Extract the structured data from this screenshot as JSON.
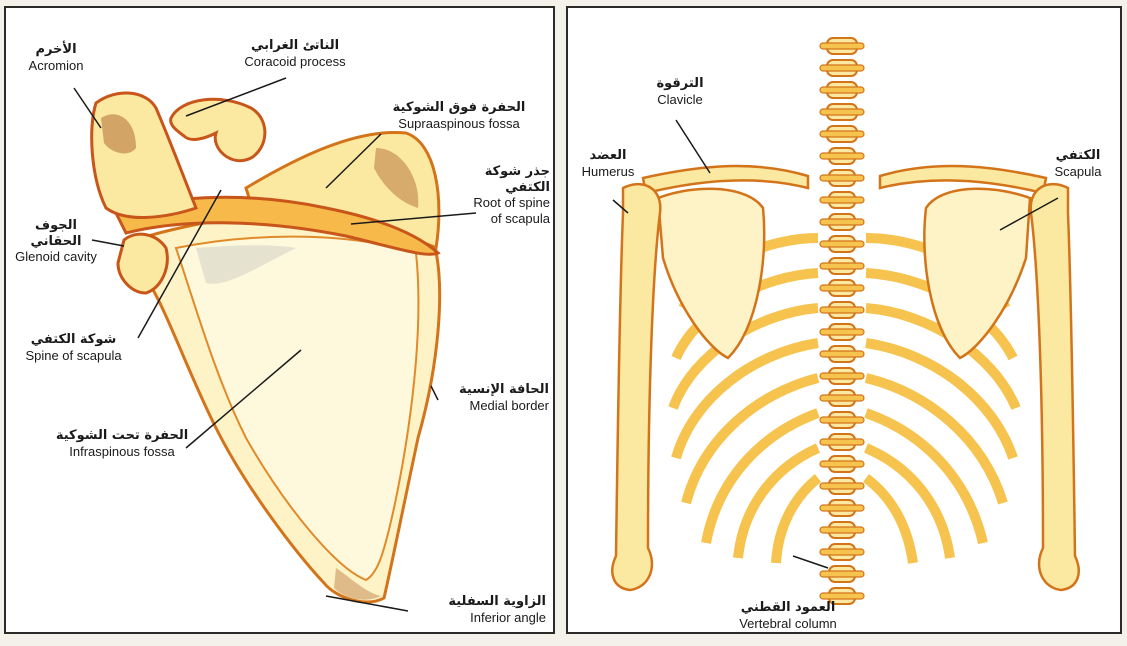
{
  "colors": {
    "bone_fill": "#fbe9a2",
    "bone_light": "#fdf3c6",
    "bone_outline": "#d3741a",
    "shade": "#b8783f",
    "leader_line": "#1a1a1a",
    "frame": "#2a2a2a"
  },
  "left_panel": {
    "labels": {
      "acromion": {
        "ar": "الأخرم",
        "en": "Acromion"
      },
      "coracoid": {
        "ar": "الناتئ الغرابي",
        "en": "Coracoid process"
      },
      "supraspinous": {
        "ar": "الحفرة فوق الشوكية",
        "en": "Supraaspinous fossa"
      },
      "root_spine": {
        "ar": "جذر شوكة",
        "ar2": "الكتفي",
        "en": "Root of spine",
        "en2": "of scapula"
      },
      "glenoid": {
        "ar": "الجوف",
        "ar2": "الحقاني",
        "en": "Glenoid cavity"
      },
      "spine": {
        "ar": "شوكة الكتفي",
        "en": "Spine of scapula"
      },
      "medial_border": {
        "ar": "الحافة الإنسية",
        "en": "Medial border"
      },
      "infraspinous": {
        "ar": "الحفرة تحت الشوكية",
        "en": "Infraspinous fossa"
      },
      "inferior_angle": {
        "ar": "الزاوية السفلية",
        "en": "Inferior angle"
      }
    }
  },
  "right_panel": {
    "labels": {
      "clavicle": {
        "ar": "الترقوة",
        "en": "Clavicle"
      },
      "humerus": {
        "ar": "العضد",
        "en": "Humerus"
      },
      "scapula": {
        "ar": "الكتفي",
        "en": "Scapula"
      },
      "vertebral_column": {
        "ar": "العمود القطني",
        "en": "Vertebral column"
      }
    }
  }
}
